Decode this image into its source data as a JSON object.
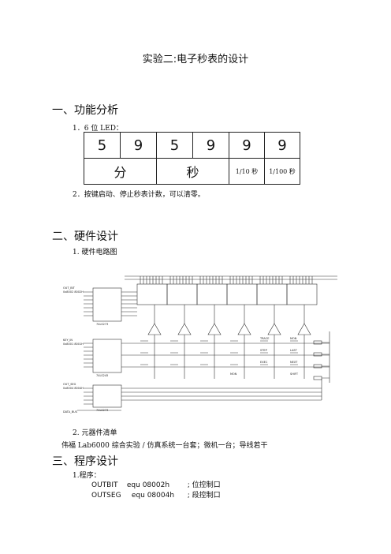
{
  "doc": {
    "title": "实验二:电子秒表的设计",
    "section1": {
      "heading": "一、功能分析",
      "item1": "1．6 位 LED：",
      "digits": [
        "5",
        "9",
        "5",
        "9",
        "9",
        "9"
      ],
      "units": {
        "min": "分",
        "sec": "秒",
        "tenth": "1/10 秒",
        "hundredth": "1/100 秒"
      },
      "item2": "2．按键启动、停止秒表计数，可以清零。"
    },
    "section2": {
      "heading": "二、硬件设计",
      "item1": "1. 硬件电路图",
      "item2": "2. 元器件清单",
      "parts": "伟福 Lab6000 综合实验 / 仿真系统一台套；微机一台；导线若干"
    },
    "section3": {
      "heading": "三、程序设计",
      "item1": "1.程序：",
      "code": [
        {
          "name": "OUTBIT",
          "op": "equ 08002h",
          "comment": "; 位控制口"
        },
        {
          "name": "OUTSEG",
          "op": "equ 08004h",
          "comment": "; 段控制口"
        }
      ]
    },
    "circuit": {
      "labels": {
        "outbit": "OUT_BIT",
        "outbit_addr": "0x8002 8002H",
        "keyin": "KEY_IN",
        "keyin_addr": "0x8001 8001H",
        "outseg": "OUT_SEG",
        "outseg_addr": "0x8004 8004H",
        "data_bus": "DATA_BUS",
        "chip1": "74LS273",
        "chip2": "74LS245",
        "chip3": "74LS273",
        "k1": "TRACE",
        "k2": "STEP",
        "k3": "EXEC",
        "k4": "LAST",
        "k5": "MON",
        "k6": "NEXT",
        "k7": "MON",
        "k8": "SHIFT"
      }
    }
  }
}
